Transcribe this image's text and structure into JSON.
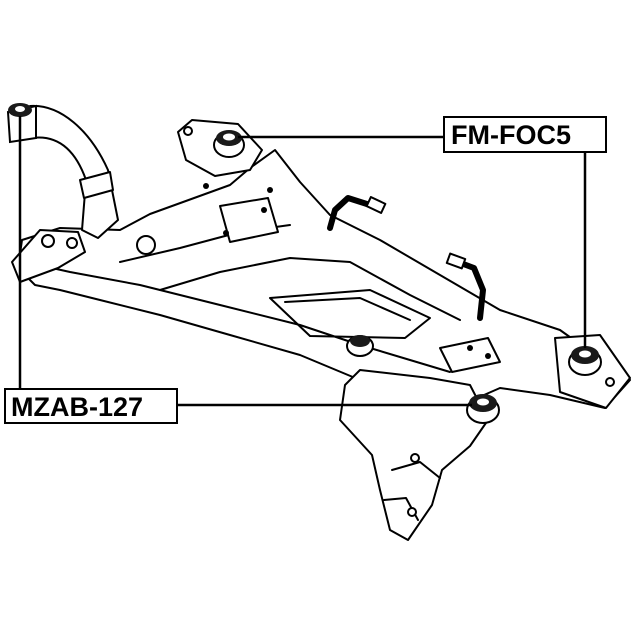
{
  "callouts": [
    {
      "id": "fm",
      "label": "FM-FOC5"
    },
    {
      "id": "mz",
      "label": "MZAB-127"
    }
  ],
  "colors": {
    "ink": "#000000",
    "paper": "#ffffff"
  }
}
